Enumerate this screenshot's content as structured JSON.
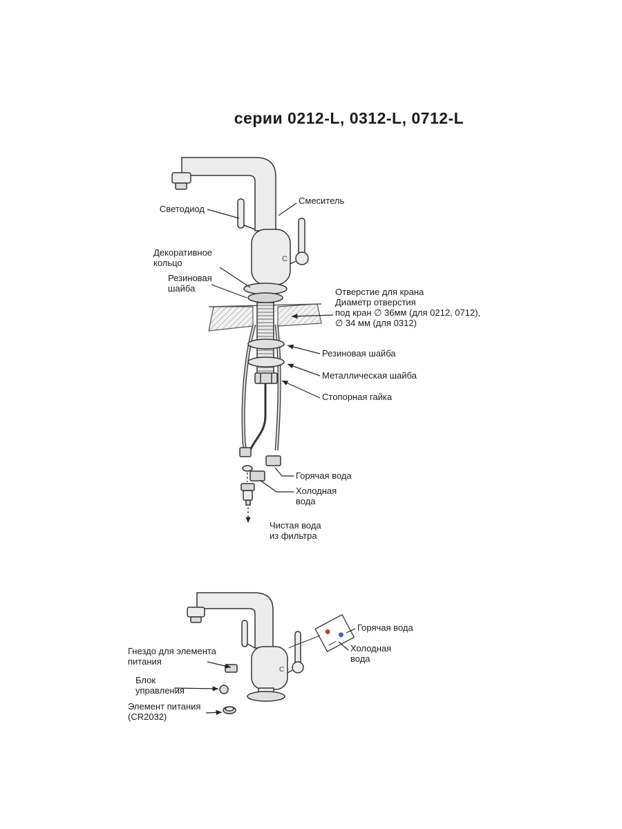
{
  "title": "серии 0212-L, 0312-L, 0712-L",
  "diagram_top": {
    "labels": {
      "svetodiod": "Светодиод",
      "smesitel": "Смеситель",
      "dekorativnoe_kolco": "Декоративное\nкольцо",
      "rezinovaya_shayba_1": "Резиновая\nшайба",
      "otverstie": "Отверстие для крана\nДиаметр отверстия\nпод кран ∅ 36мм (для 0212, 0712),\n∅ 34 мм (для 0312)",
      "rezinovaya_shayba_2": "Резиновая шайба",
      "metallicheskaya_shayba": "Металлическая шайба",
      "stopornaya_gayka": "Стопорная гайка",
      "goryachaya_voda": "Горячая вода",
      "holodnaya_voda": "Холодная\nвода",
      "chistaya_voda": "Чистая вода\nиз фильтра"
    }
  },
  "diagram_bottom": {
    "labels": {
      "goryachaya_voda": "Горячая вода",
      "holodnaya_voda": "Холодная\nвода",
      "gnezdo": "Гнездо для элемента\nпитания",
      "blok_upravleniya": "Блок\nуправления",
      "element_pitaniya": "Элемент питания\n(CR2032)"
    }
  },
  "colors": {
    "line": "#333333",
    "metal_fill": "#ececec",
    "text": "#1c1c1c"
  }
}
